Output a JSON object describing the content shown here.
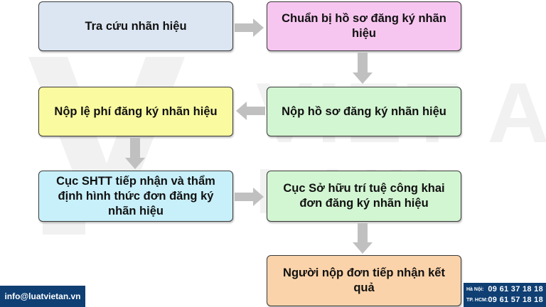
{
  "steps": [
    {
      "id": "s1",
      "text": "Tra cứu nhãn hiệu",
      "color": "#dce6f2"
    },
    {
      "id": "s2",
      "text": "Chuẩn bị hồ sơ đăng ký nhãn hiệu",
      "color": "#f7c6f0"
    },
    {
      "id": "s3",
      "text": "Nộp hồ sơ đăng ký nhãn hiệu",
      "color": "#d2f5d2"
    },
    {
      "id": "s4",
      "text": "Nộp lệ phí đăng ký nhãn hiệu",
      "color": "#fafaa0"
    },
    {
      "id": "s5",
      "text": "Cục SHTT tiếp nhận và thẩm định hình thức đơn đăng ký nhãn hiệu",
      "color": "#c8f0fa"
    },
    {
      "id": "s6",
      "text": "Cục Sở hữu trí tuệ công khai đơn đăng ký nhãn hiệu",
      "color": "#d2f5d2"
    },
    {
      "id": "s7",
      "text": "Người nộp đơn tiếp nhận kết quả",
      "color": "#fbd3aa"
    }
  ],
  "arrow_color": "#c0c0c0",
  "watermark": {
    "text_top": "VIET AN",
    "text_bottom": "LAW",
    "color": "#f2f2f2"
  },
  "footer": {
    "email": "info@luatvietan.vn",
    "hanoi_label": "Hà Nội:",
    "hanoi_phone": "09 61 37 18 18",
    "hcm_label": "TP. HCM:",
    "hcm_phone": "09 61 57 18 18",
    "color": "#0f3f73"
  }
}
